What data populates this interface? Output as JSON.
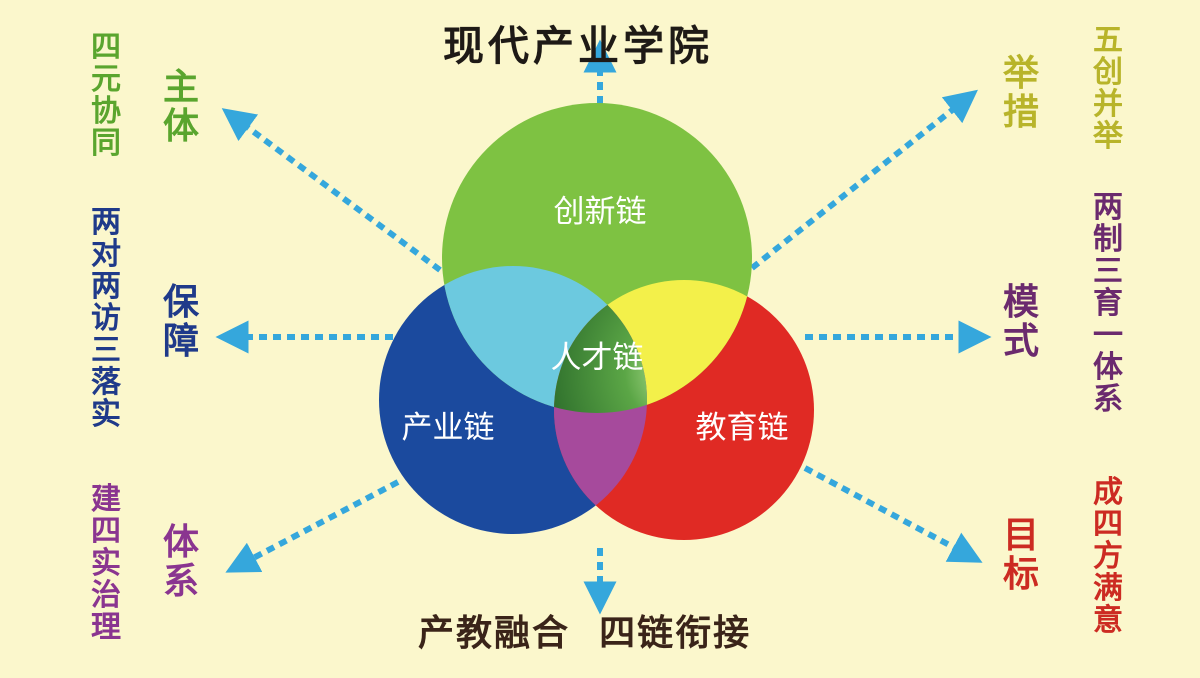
{
  "title": "现代产业学院",
  "bottom_title": "产教融合  四链衔接",
  "colors": {
    "background": "#fbf7cc",
    "green": "#7ec242",
    "blue": "#1b4a9e",
    "red": "#e02a24",
    "yellow": "#f3f04a",
    "cyan": "#6cc9df",
    "purple": "#a64a9c",
    "center": "#2d7a2f",
    "arrow": "#35a7dc",
    "left_green": "#5aa52e",
    "left_blue": "#1f3a8a",
    "left_purple": "#8a3590",
    "right_olive": "#b8b42a",
    "right_darkpurple": "#6b2a6e",
    "right_red": "#cc2b22"
  },
  "circles": {
    "top": "创新链",
    "left": "产业链",
    "right": "教育链",
    "center": "人才链"
  },
  "left": {
    "labels": [
      "主体",
      "保障",
      "体系"
    ],
    "details": [
      "四元协同",
      "两对两访三落实",
      "建四实治理"
    ]
  },
  "right": {
    "labels": [
      "举措",
      "模式",
      "目标"
    ],
    "details": [
      "五创并举",
      "两制三育一体系",
      "成四方满意"
    ]
  },
  "arrows": [
    "arrow-up-icon",
    "arrow-down-icon",
    "arrow-upper-left-icon",
    "arrow-left-icon",
    "arrow-lower-left-icon",
    "arrow-upper-right-icon",
    "arrow-right-icon",
    "arrow-lower-right-icon"
  ]
}
